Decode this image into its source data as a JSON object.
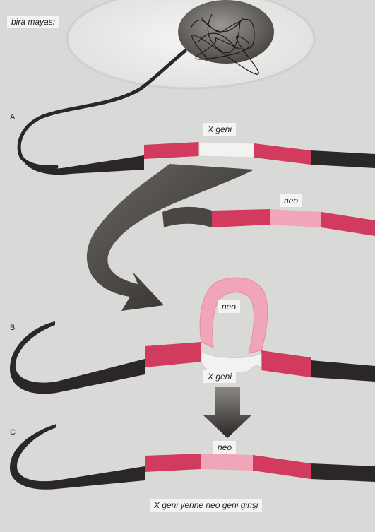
{
  "labels": {
    "yeast": "bira mayası",
    "gene_x_top": "X geni",
    "neo_top": "neo",
    "neo_loop": "neo",
    "gene_x_loop": "X geni",
    "neo_bottom": "neo",
    "caption": "X geni yerine neo geni girişi"
  },
  "steps": {
    "a": "A",
    "b": "B",
    "c": "C"
  },
  "colors": {
    "background": "#d9d9d7",
    "dna_dark": "#2a2726",
    "flank_pink": "#d23a5e",
    "neo_pink": "#f0a6b8",
    "gene_x_white": "#f2f2f0",
    "arrow_dark": "#3a3634"
  }
}
